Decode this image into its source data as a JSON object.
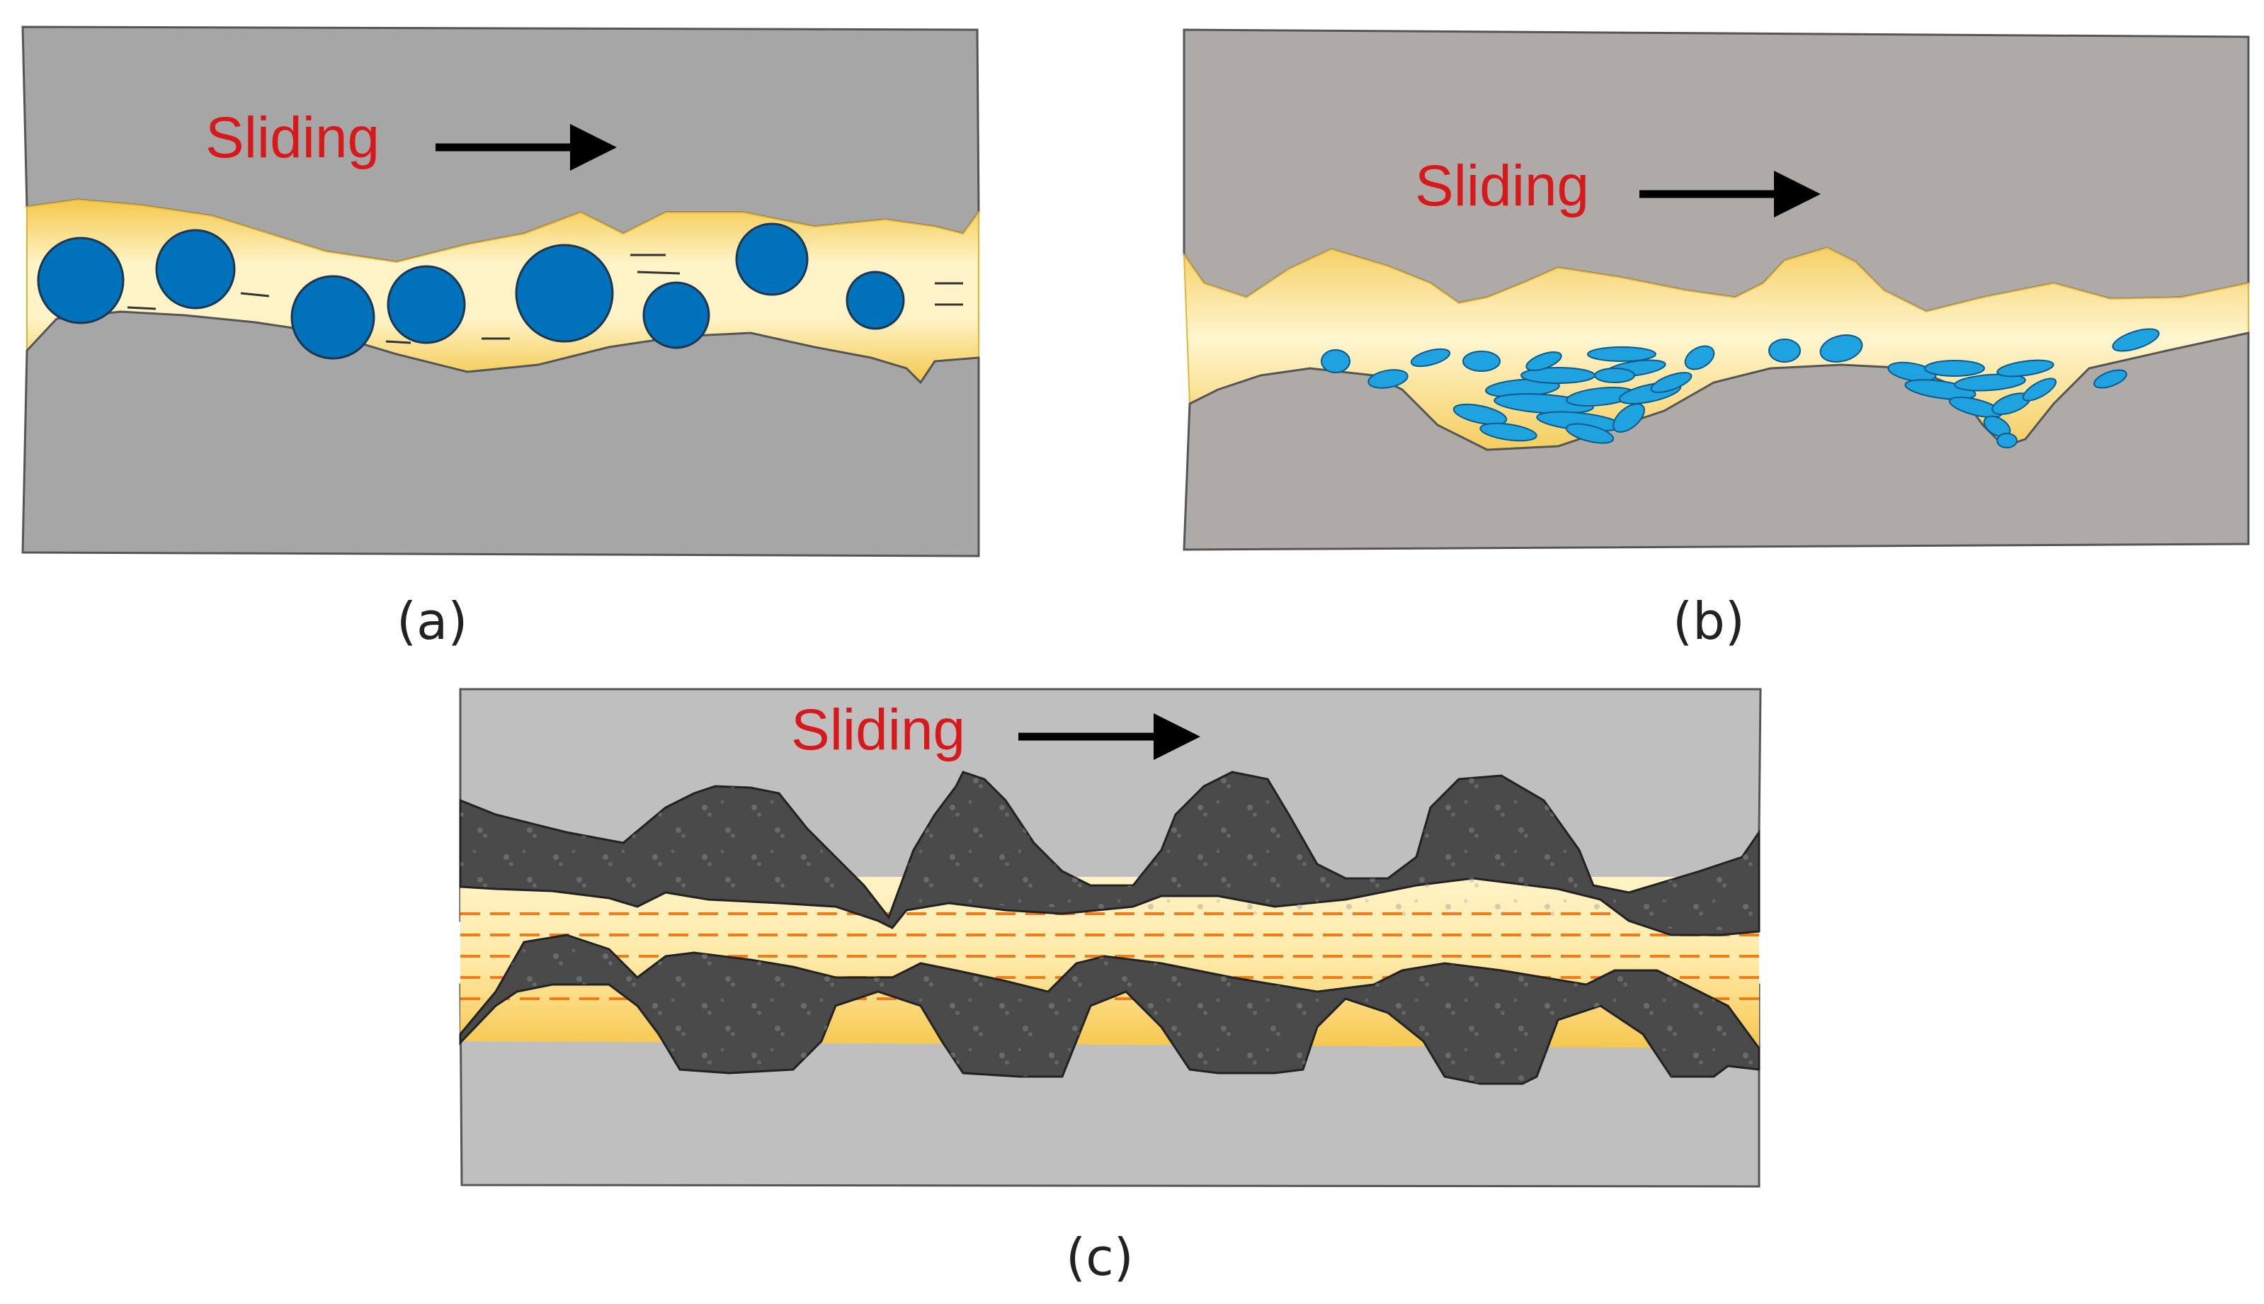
{
  "panels": [
    {
      "id": "a",
      "caption": "(a)",
      "sliding_label": "Sliding",
      "particles": "spherical",
      "film": "yellow"
    },
    {
      "id": "b",
      "caption": "(b)",
      "sliding_label": "Sliding",
      "particles": "ellipsoidal, flattened",
      "film": "yellow"
    },
    {
      "id": "c",
      "caption": "(c)",
      "sliding_label": "Sliding",
      "particles": "none",
      "film": "yellow-striped"
    }
  ],
  "colors": {
    "substrate_a": "#a6a6a6",
    "substrate_b": "#aeaaa8",
    "substrate_c": "#bfbfbf",
    "film_edge": "#f3c74b",
    "film_core": "#fff3c4",
    "particle_a": "#0072bc",
    "particle_b": "#1ea2e0",
    "tribofilm_dark": "#4a4a4a",
    "stripe": "#f07d1a",
    "label": "#d7191c",
    "arrow": "#000000"
  },
  "icons": {
    "direction": "right-arrow-icon"
  }
}
